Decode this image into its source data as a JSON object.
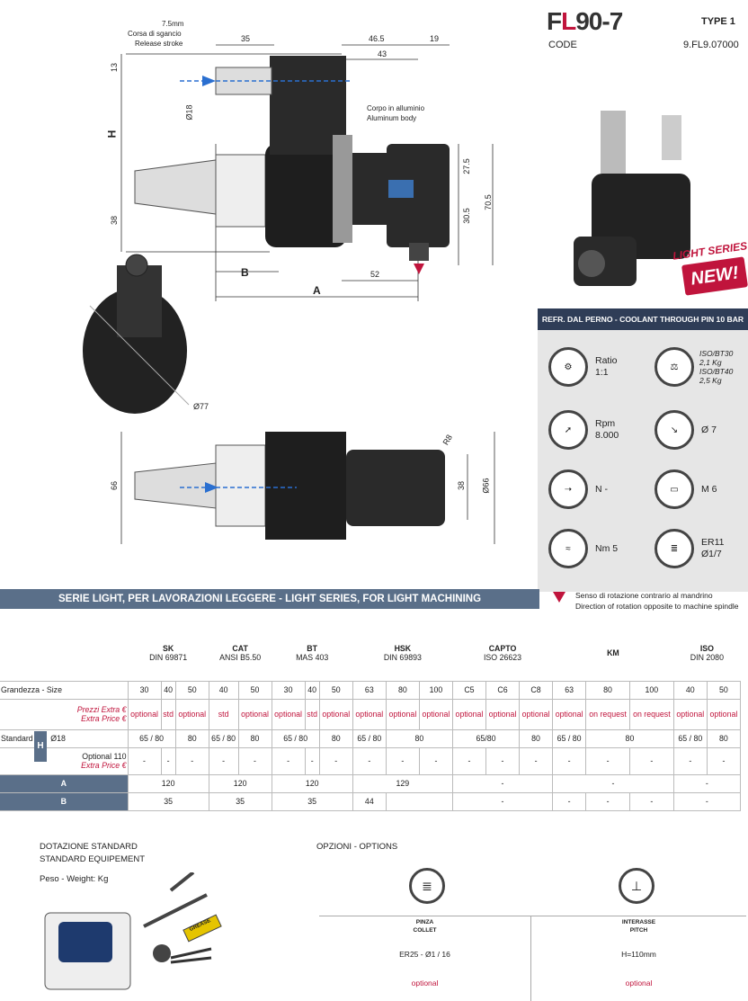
{
  "header": {
    "model_prefix": "F",
    "model_red": "L",
    "model_suffix": "90-7",
    "type": "TYPE 1",
    "code_label": "CODE",
    "code": "9.FL9.07000"
  },
  "drawing": {
    "release_stroke_1": "7.5mm",
    "release_stroke_2": "Corsa di sgancio",
    "release_stroke_3": "Release stroke",
    "body_it": "Corpo in alluminio",
    "body_en": "Aluminum body",
    "dims": {
      "d35": "35",
      "d465": "46.5",
      "d19": "19",
      "d43": "43",
      "d13": "13",
      "d18": "Ø18",
      "h": "H",
      "d38a": "38",
      "d275": "27.5",
      "d305": "30.5",
      "d705": "70.5",
      "b": "B",
      "d52": "52",
      "a": "A",
      "d77": "Ø77",
      "d66": "66",
      "d38b": "38",
      "d66b": "Ø66",
      "r8": "R8"
    }
  },
  "badge": {
    "light": "LIGHT SERIES",
    "new": "NEW!"
  },
  "coolant": "REFR. DAL PERNO - COOLANT THROUGH PIN 10 BAR",
  "specs": [
    {
      "icon": "gears-icon",
      "l1": "Ratio",
      "l2": "1:1"
    },
    {
      "icon": "scale-icon",
      "l1": "ISO/BT30",
      "l2": "2,1 Kg",
      "l3": "ISO/BT40",
      "l4": "2,5 Kg"
    },
    {
      "icon": "runner-icon",
      "l1": "Rpm",
      "l2": "8.000"
    },
    {
      "icon": "drill-icon",
      "l1": "Ø 7",
      "l2": ""
    },
    {
      "icon": "torque-icon",
      "l1": "N -",
      "l2": ""
    },
    {
      "icon": "tap-icon",
      "l1": "M 6",
      "l2": ""
    },
    {
      "icon": "wave-icon",
      "l1": "Nm 5",
      "l2": ""
    },
    {
      "icon": "collet-icon",
      "l1": "ER11",
      "l2": "Ø1/7"
    }
  ],
  "banner": "SERIE LIGHT, PER LAVORAZIONI LEGGERE - LIGHT SERIES, FOR LIGHT MACHINING",
  "rotation": {
    "it": "Senso di rotazione contrario al mandrino",
    "en": "Direction of rotation opposite to machine spindle"
  },
  "table": {
    "families": [
      {
        "name": "SK",
        "std": "DIN 69871"
      },
      {
        "name": "CAT",
        "std": "ANSI B5.50"
      },
      {
        "name": "BT",
        "std": "MAS 403"
      },
      {
        "name": "HSK",
        "std": "DIN 69893"
      },
      {
        "name": "CAPTO",
        "std": "ISO 26623"
      },
      {
        "name": "KM",
        "std": ""
      },
      {
        "name": "ISO",
        "std": "DIN 2080"
      }
    ],
    "size_label": "Grandezza - Size",
    "sizes": [
      "30",
      "40",
      "50",
      "40",
      "50",
      "30",
      "40",
      "50",
      "63",
      "80",
      "100",
      "C5",
      "C6",
      "C8",
      "63",
      "80",
      "100",
      "40",
      "50"
    ],
    "price_label1": "Prezzi Extra €",
    "price_label2": "Extra Price €",
    "prices": [
      "optional",
      "std",
      "optional",
      "std",
      "optional",
      "optional",
      "std",
      "optional",
      "optional",
      "optional",
      "optional",
      "optional",
      "optional",
      "optional",
      "optional",
      "on request",
      "on request",
      "optional",
      "optional"
    ],
    "h_standard_label": "Standard",
    "h_standard_sub": "Ø18",
    "h_standard": [
      "65 / 80",
      "80",
      "65 / 80",
      "80",
      "65 / 80",
      "80",
      "65 / 80",
      "80",
      "65/80",
      "80",
      "65 / 80",
      "80",
      "65 / 80",
      "80"
    ],
    "h_opt_label1": "Optional 110",
    "h_opt_label2": "Extra Price €",
    "dash": "-",
    "a_label": "A",
    "a_values": [
      "120",
      "120",
      "120",
      "129",
      "-",
      "-",
      "-"
    ],
    "b_label": "B",
    "b_values": [
      "35",
      "35",
      "35",
      "44",
      "-",
      "-",
      "-",
      "-",
      "-"
    ],
    "h_label": "H"
  },
  "bottom": {
    "std_it": "DOTAZIONE STANDARD",
    "std_en": "STANDARD EQUIPEMENT",
    "weight": "Peso - Weight:  Kg",
    "options": "OPZIONI - OPTIONS",
    "opt1_title1": "PINZA",
    "opt1_title2": "COLLET",
    "opt1_value": "ER25 - Ø1 / 16",
    "opt1_price": "optional",
    "opt2_title1": "INTERASSE",
    "opt2_title2": "PITCH",
    "opt2_value": "H=110mm",
    "opt2_price": "optional",
    "grease": "GREASE"
  }
}
